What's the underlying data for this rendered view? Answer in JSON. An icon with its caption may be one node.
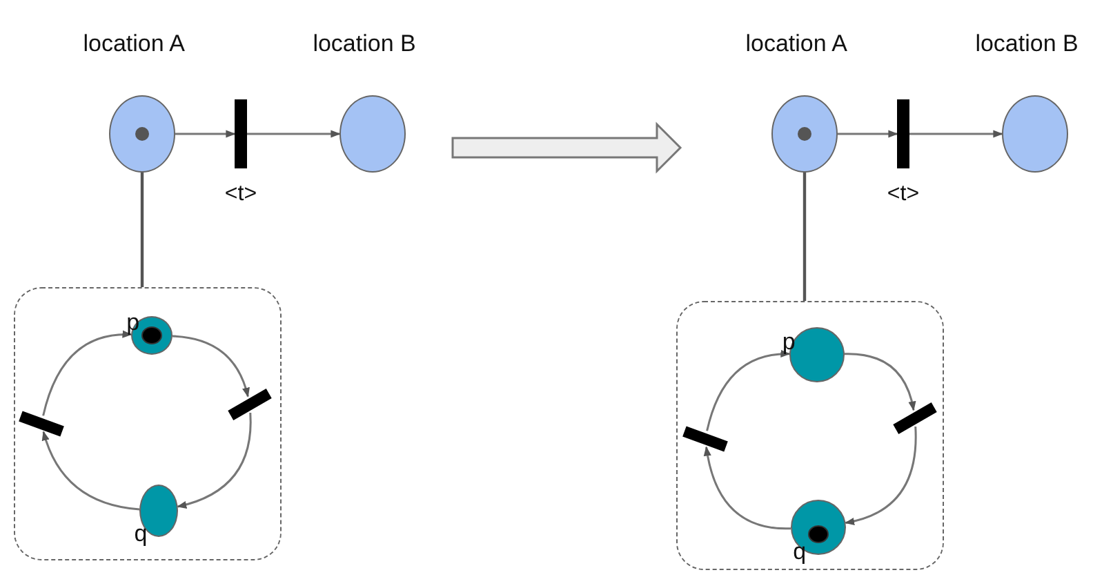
{
  "diagram": {
    "nodes": [
      {
        "text": [
          "location A"
        ]
      },
      {
        "text": [],
        "shape": "bar",
        "beside": [
          "<t>"
        ]
      },
      {
        "text": [
          "location B"
        ]
      },
      {
        "text": [
          "location A"
        ]
      },
      {
        "text": [],
        "shape": "bar",
        "beside": [
          "<t>"
        ]
      },
      {
        "text": [
          "location B"
        ]
      },
      {
        "text": [],
        "shape": "box"
      },
      {
        "text": [
          "p"
        ],
        "in": 6
      },
      {
        "text": [],
        "shape": "bar",
        "in": 6
      },
      {
        "text": [],
        "shape": "bar",
        "in": 6
      },
      {
        "text": [
          "q"
        ],
        "in": 6
      },
      {
        "text": [],
        "shape": "box"
      },
      {
        "text": [
          "p"
        ],
        "in": 11
      },
      {
        "text": [],
        "shape": "bar",
        "in": 11
      },
      {
        "text": [],
        "shape": "bar",
        "in": 11
      },
      {
        "text": [
          "q"
        ],
        "in": 11
      }
    ],
    "edges": [
      {
        "from": 0,
        "to": 1,
        "arrow": "to"
      },
      {
        "from": 1,
        "to": 2,
        "arrow": "to"
      },
      {
        "from": 3,
        "to": 4,
        "arrow": "to"
      },
      {
        "from": 4,
        "to": 5,
        "arrow": "to"
      },
      {
        "from": 0,
        "to": 6,
        "arrow": "none"
      },
      {
        "from": 3,
        "to": 11,
        "arrow": "none"
      },
      {
        "from": 7,
        "to": 8,
        "arrow": "to"
      },
      {
        "from": 8,
        "to": 10,
        "arrow": "to"
      },
      {
        "from": 10,
        "to": 9,
        "arrow": "to"
      },
      {
        "from": 9,
        "to": 7,
        "arrow": "to"
      },
      {
        "from": 12,
        "to": 13,
        "arrow": "to"
      },
      {
        "from": 13,
        "to": 15,
        "arrow": "to"
      },
      {
        "from": 15,
        "to": 14,
        "arrow": "to"
      },
      {
        "from": 14,
        "to": 12,
        "arrow": "to"
      }
    ]
  }
}
